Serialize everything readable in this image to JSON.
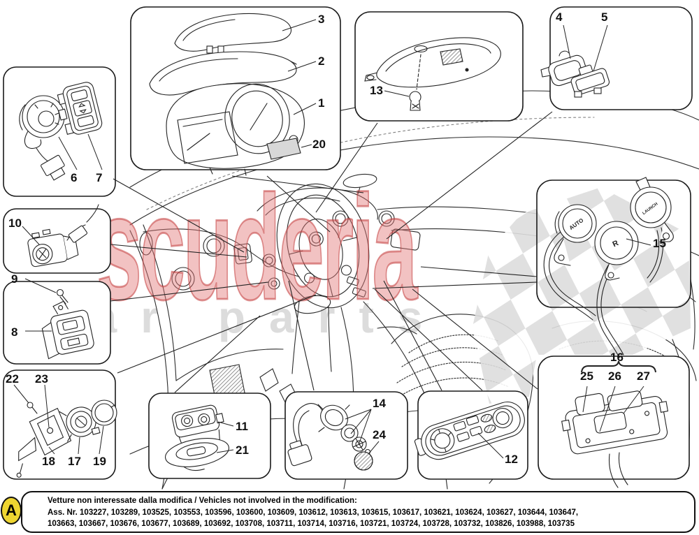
{
  "watermark": {
    "primary": "scuderia",
    "secondary": "car parts"
  },
  "wheel_buttons": {
    "auto": "AUTO",
    "reverse": "R",
    "launch": "LAUNCH"
  },
  "labels": {
    "p1": "1",
    "p2": "2",
    "p3": "3",
    "p4": "4",
    "p5": "5",
    "p6": "6",
    "p7": "7",
    "p8": "8",
    "p9": "9",
    "p10": "10",
    "p11": "11",
    "p12": "12",
    "p13": "13",
    "p14": "14",
    "p15": "15",
    "p16": "16",
    "p17": "17",
    "p18": "18",
    "p19": "19",
    "p20": "20",
    "p21": "21",
    "p22": "22",
    "p23": "23",
    "p24": "24",
    "p25": "25",
    "p26": "26",
    "p27": "27"
  },
  "footer": {
    "badge": "A",
    "title": "Vetture non interessate dalla modifica / Vehicles not involved in the modification:",
    "serials_line1": "Ass. Nr. 103227, 103289, 103525, 103553, 103596, 103600, 103609, 103612, 103613, 103615, 103617, 103621, 103624, 103627, 103644, 103647,",
    "serials_line2": "103663, 103667, 103676, 103677, 103689, 103692, 103708, 103711, 103714, 103716, 103721, 103724, 103728, 103732, 103826, 103988, 103735"
  },
  "colors": {
    "badge_yellow": "#eed531",
    "watermark_red": "#d65c5c",
    "checker_gray": "#dcdcdc",
    "pad_gray": "#d8d8d8"
  }
}
